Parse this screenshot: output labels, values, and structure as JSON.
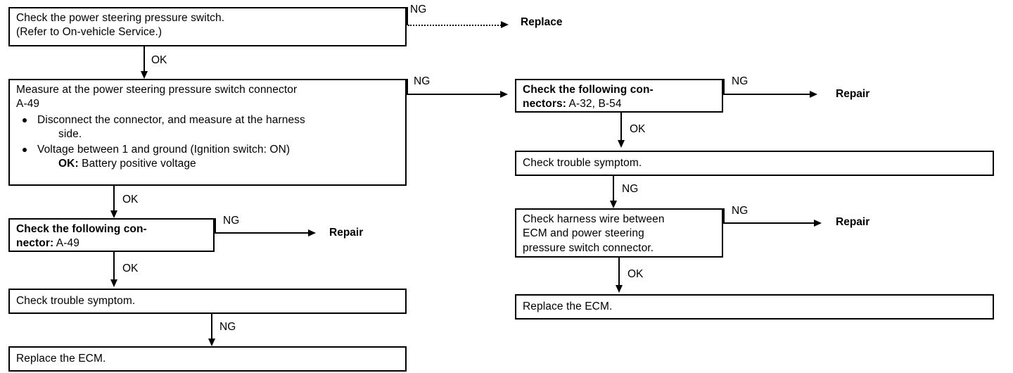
{
  "diagram": {
    "title": "Power steering pressure switch diagnostic flowchart",
    "type": "troubleshooting-flowchart",
    "colors": {
      "line": "#000000",
      "background": "#ffffff",
      "text": "#000000"
    },
    "labels": {
      "ok": "OK",
      "ng": "NG",
      "replace": "Replace",
      "repair": "Repair"
    },
    "left_column": {
      "box1": {
        "line1": "Check the power steering pressure switch.",
        "line2": "(Refer to  On-vehicle Service.)"
      },
      "box2": {
        "line1": "Measure at the power steering pressure switch connector",
        "line2": "A-49",
        "bullet1": "Disconnect the connector, and measure at the harness",
        "bullet1_cont": "side.",
        "bullet2": "Voltage between 1 and ground (Ignition switch: ON)",
        "bullet2_ok_label": "OK:",
        "bullet2_ok_value": " Battery positive voltage"
      },
      "box3": {
        "line1": "Check  the  following  con-",
        "line2_bold": "nector:",
        "line2_rest": " A-49"
      },
      "box4": {
        "line1": "Check trouble symptom."
      },
      "box5": {
        "line1": "Replace the ECM."
      }
    },
    "right_column": {
      "box1": {
        "line1": "Check  the  following  con-",
        "line2_bold": "nectors:",
        "line2_rest": " A-32, B-54"
      },
      "box2": {
        "line1": "Check trouble symptom."
      },
      "box3": {
        "line1": "Check harness wire between",
        "line2": "ECM  and  power  steering",
        "line3": "pressure switch connector."
      },
      "box4": {
        "line1": "Replace the ECM."
      }
    },
    "terminals": {
      "replace_top": "Replace",
      "repair_left": "Repair",
      "repair_right_top": "Repair",
      "repair_right_bottom": "Repair"
    },
    "edge_labels": {
      "e1_ng": "NG",
      "e2_ok": "OK",
      "e3_ng": "NG",
      "e4_ok": "OK",
      "e5_ng": "NG",
      "e6_ok": "OK",
      "e7_ng": "NG",
      "e8_ng": "NG",
      "e9_ok": "OK",
      "e10_ng": "NG",
      "e11_ng": "NG",
      "e12_ok": "OK"
    }
  }
}
